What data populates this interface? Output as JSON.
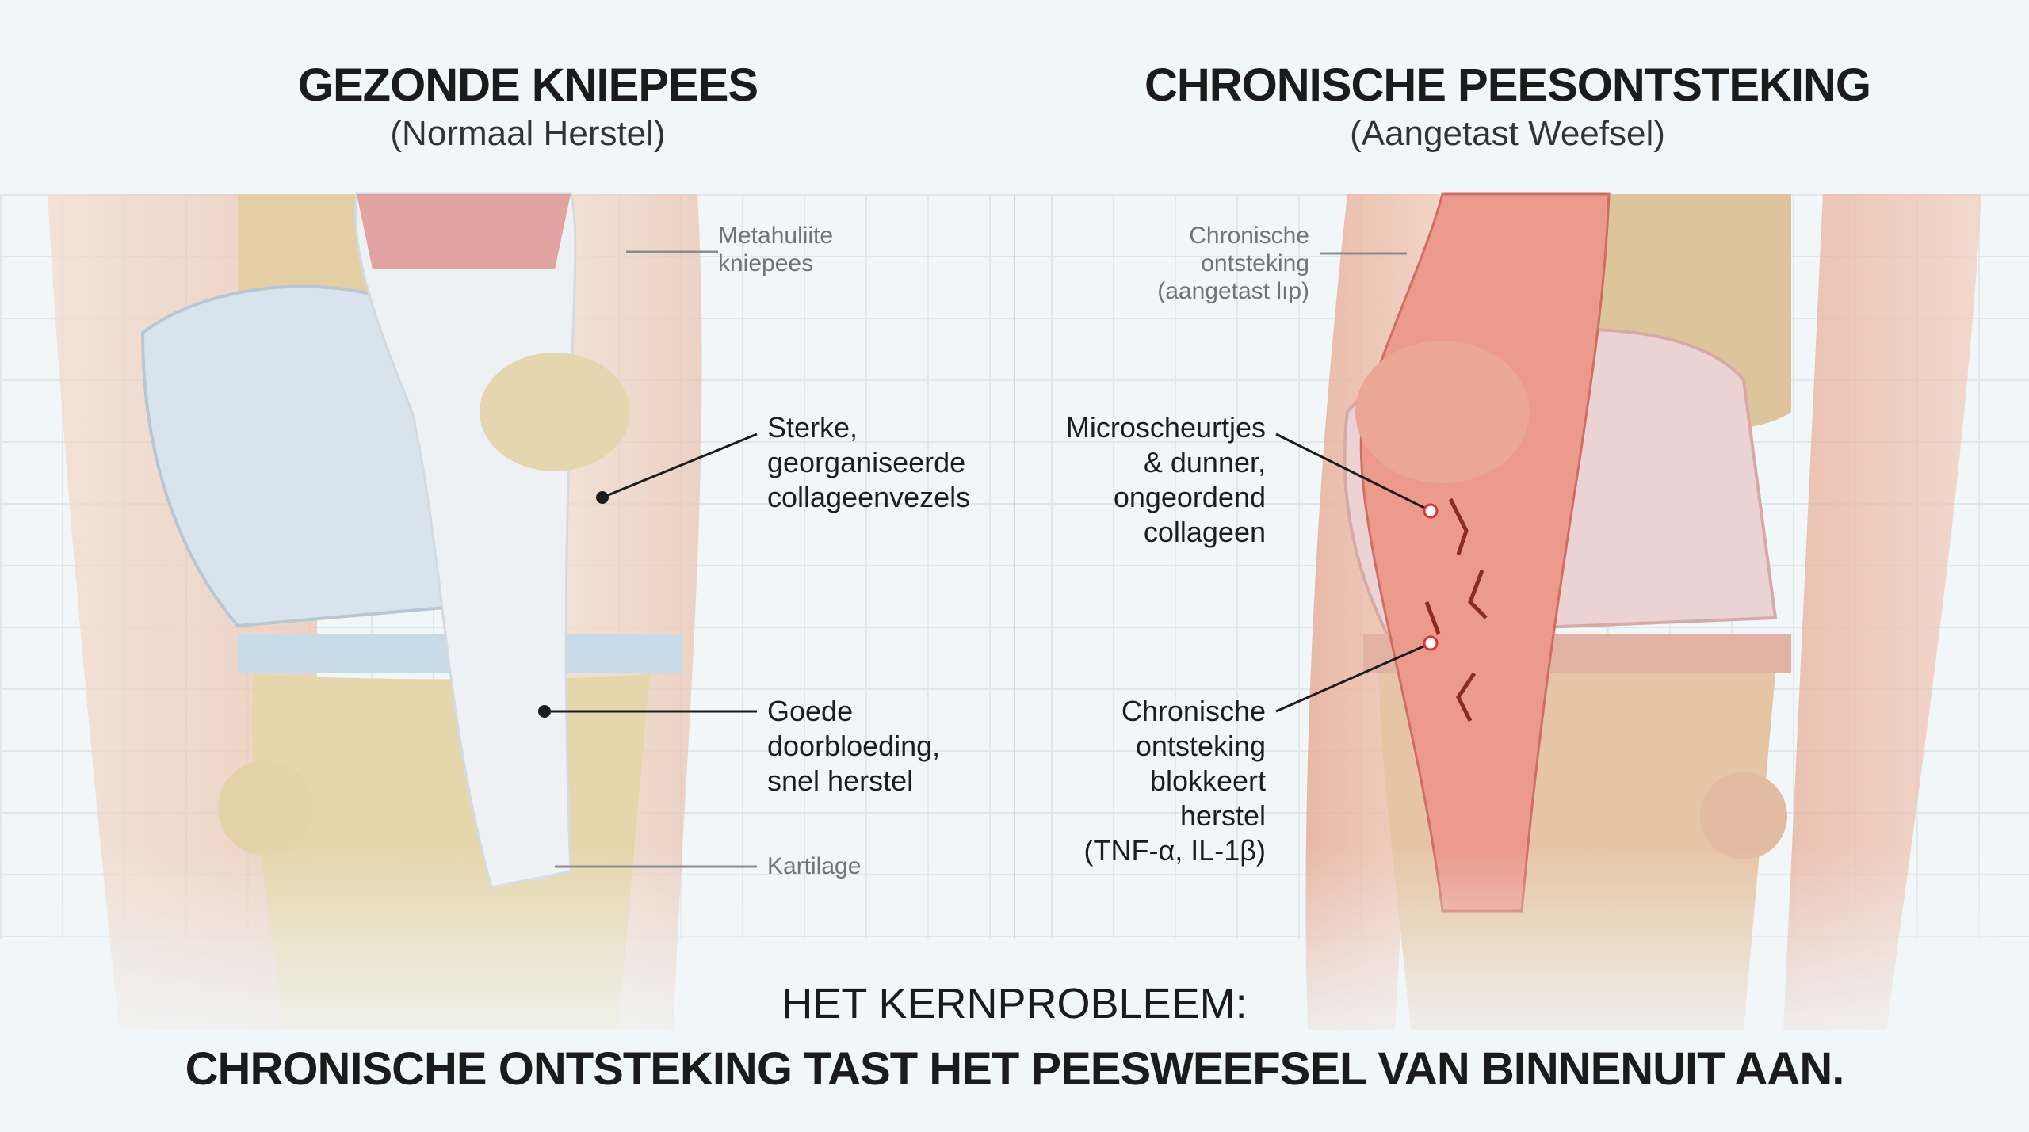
{
  "left_panel": {
    "title": "GEZONDE KNIEPEES",
    "subtitle": "(Normaal Herstel)",
    "labels": {
      "tendon": [
        "Metahuliite",
        "kniepees"
      ],
      "collagen": [
        "Sterke,",
        "georganiseerde",
        "collageenvezels"
      ],
      "blood": [
        "Goede",
        "doorbloeding,",
        "snel herstel"
      ],
      "cartilage": "Kartilage"
    }
  },
  "right_panel": {
    "title": "CHRONISCHE PEESONTSTEKING",
    "subtitle": "(Aangetast Weefsel)",
    "labels": {
      "inflammation": [
        "Chronische",
        "ontsteking",
        "(aangetast lıp)"
      ],
      "tears": [
        "Microscheurtjes",
        "& dunner,",
        "ongeordend",
        "collageen"
      ],
      "block": [
        "Chronische",
        "ontsteking",
        "blokkeert",
        "herstel",
        "(TNF-α, IL-1β)"
      ]
    }
  },
  "footer": {
    "heading": "HET KERNPROBLEEM:",
    "statement": "CHRONISCHE ONTSTEKING TAST HET PEESWEEFSEL VAN BINNENUIT AAN."
  },
  "colors": {
    "background": "#f1f6f8",
    "healthy_tendon": "#eef1f4",
    "inflamed": "#e0786a",
    "bone": "#e4d3a8"
  }
}
